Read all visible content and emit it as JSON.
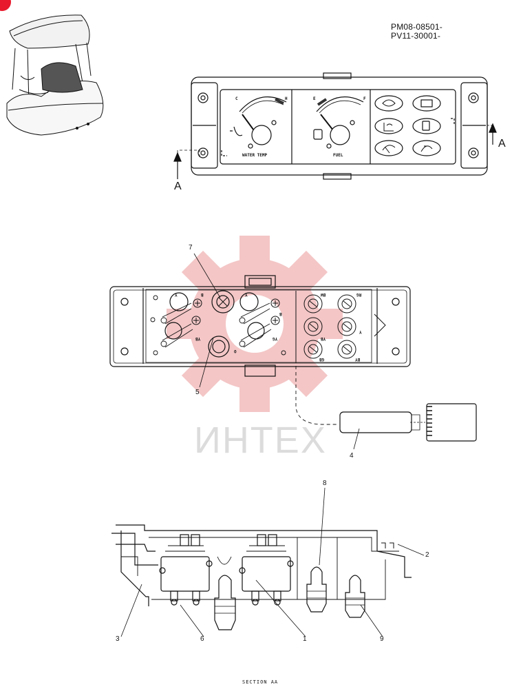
{
  "header": {
    "part_codes": [
      "PM08-08501-",
      "PV11-30001-"
    ]
  },
  "gauges": {
    "water_temp_label": "WATER TEMP",
    "fuel_label": "FUEL",
    "temp_low": "C",
    "temp_high": "H",
    "fuel_low": "E",
    "fuel_high": "F"
  },
  "section_arrows": [
    "A",
    "A"
  ],
  "connector_codes": [
    "BW",
    "RG",
    "Y",
    "YB",
    "GB",
    "BY",
    "Y",
    "B",
    "Y",
    "B",
    "YB",
    "YG",
    "O"
  ],
  "callouts": [
    "7",
    "5",
    "4",
    "8",
    "2",
    "3",
    "6",
    "1",
    "9"
  ],
  "watermark": "ИНТЕХ",
  "footer": {
    "section_label": "SECTION AA"
  },
  "colors": {
    "line": "#111111",
    "watermark_gear": "#f4c6c6",
    "watermark_text": "#dcdcdc",
    "corner_mark": "#e8192c"
  }
}
